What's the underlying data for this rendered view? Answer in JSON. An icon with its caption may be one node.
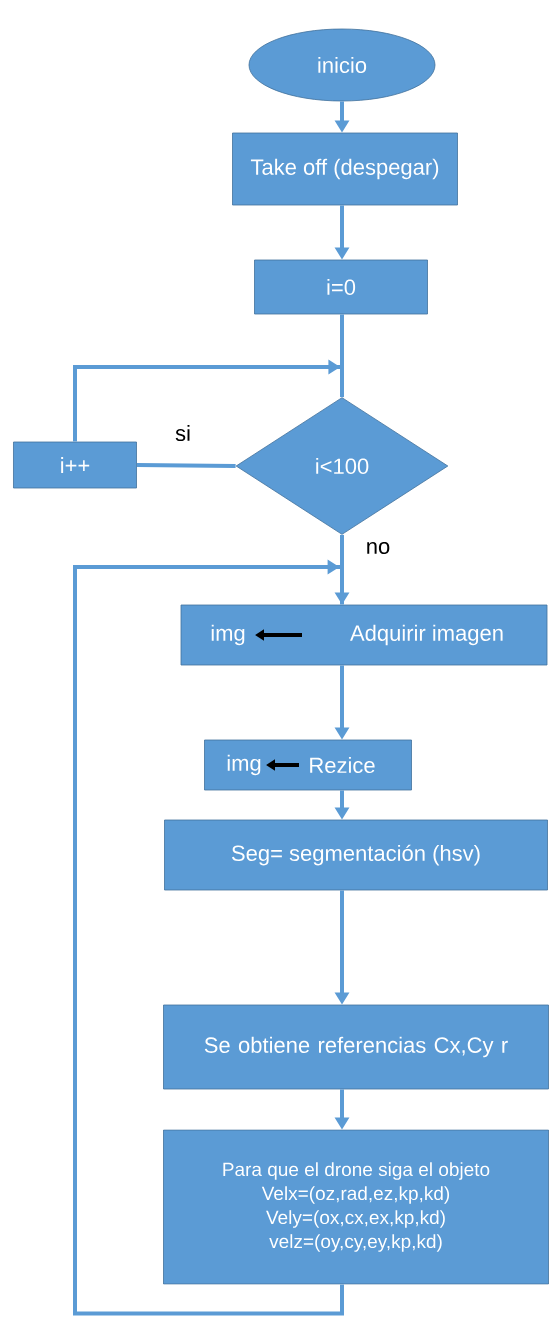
{
  "diagram": {
    "nodes": [
      {
        "text": [
          "inicio"
        ]
      },
      {
        "text": [
          "Take off (despegar)"
        ]
      },
      {
        "text": [
          "i=0"
        ]
      },
      {
        "text": [
          "i<100"
        ]
      },
      {
        "text": [
          "i++"
        ]
      },
      {
        "text": [
          "img",
          "Adquirir imagen"
        ]
      },
      {
        "text": [
          "img",
          "Rezice"
        ]
      },
      {
        "text": [
          "Seg= segmentación (hsv)"
        ]
      },
      {
        "text": [
          "Se obtiene referencias Cx,Cy r"
        ]
      },
      {
        "text": [
          "Para que el drone siga el objeto",
          "Velx=(oz,rad,ez,kp,kd)",
          "Vely=(ox,cx,ex,kp,kd)",
          "velz=(oy,cy,ey,kp,kd)"
        ]
      }
    ],
    "edges": [
      {
        "from": 0,
        "to": 1,
        "arrow": "to"
      },
      {
        "from": 1,
        "to": 2,
        "arrow": "to"
      },
      {
        "from": 2,
        "to": 3,
        "arrow": "none"
      },
      {
        "from": 3,
        "to": 4,
        "arrow": "none",
        "label": "si"
      },
      {
        "from": 4,
        "to": 3,
        "arrow": "to"
      },
      {
        "from": 3,
        "to": 5,
        "arrow": "to",
        "label": "no"
      },
      {
        "from": 5,
        "to": 6,
        "arrow": "to"
      },
      {
        "from": 6,
        "to": 7,
        "arrow": "to"
      },
      {
        "from": 7,
        "to": 8,
        "arrow": "to"
      },
      {
        "from": 8,
        "to": 9,
        "arrow": "to"
      },
      {
        "from": 9,
        "to": 5,
        "arrow": "to"
      }
    ]
  }
}
